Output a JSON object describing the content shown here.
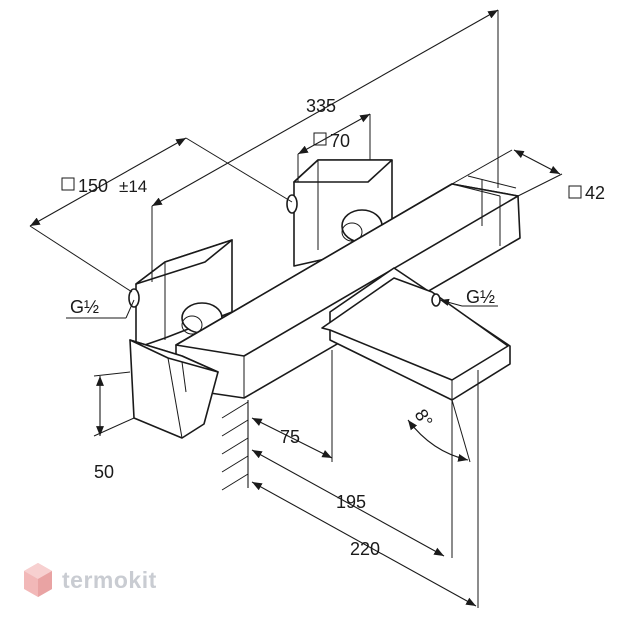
{
  "dimensions": {
    "overall_length": "335",
    "plate_square_size": "70",
    "center_distance": "150",
    "center_tolerance": "±14",
    "square_body_size": "42",
    "inlet_thread_left": "G½",
    "inlet_thread_right": "G½",
    "handle_height": "50",
    "spout_setback": "75",
    "spout_projection": "195",
    "total_projection": "220",
    "spout_angle": "8°"
  },
  "colors": {
    "line": "#1a1a1a",
    "brand_text": "#c9ccd2",
    "brand_mark": "#f2b8b8"
  },
  "icons": [
    "square-section-icon",
    "brand-cube-icon"
  ],
  "brand": {
    "name": "termokit"
  }
}
